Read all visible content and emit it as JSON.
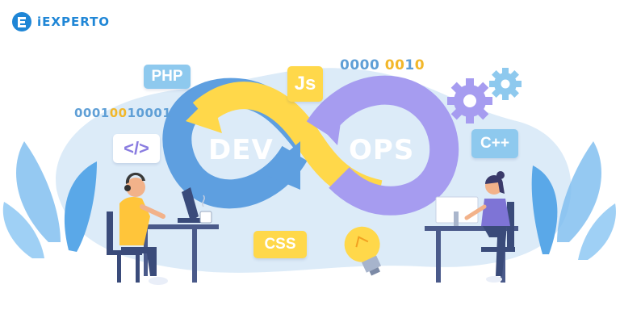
{
  "brand": {
    "name": "iEXPERTO",
    "logo_icon": "iexperto-logo-icon"
  },
  "infinity_labels": {
    "dev": "DEV",
    "ops": "OPS"
  },
  "tags": {
    "php": "PHP",
    "js": "Js",
    "html": "</>",
    "cpp": "C++",
    "css": "CSS"
  },
  "binary_left": {
    "a": "0001",
    "b": "00",
    "c": "10001"
  },
  "binary_top": {
    "a": "0000 ",
    "b": "00",
    "c": "1",
    "d": "0"
  },
  "colors": {
    "brand_blue": "#1f86d6",
    "dev_blue": "#5e9fe0",
    "ops_purple": "#a69cf0",
    "loop_yellow": "#ffd84a",
    "background_blob": "#dcebf8"
  }
}
